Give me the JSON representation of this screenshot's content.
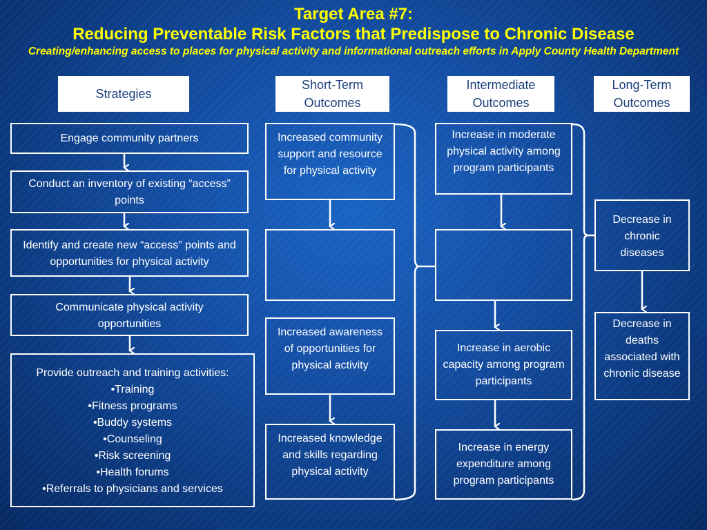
{
  "title": {
    "line1": "Target Area #7:",
    "line2": "Reducing Preventable Risk Factors that Predispose to Chronic Disease",
    "line3": "Creating/enhancing access to places for physical activity and informational outreach efforts in Apply County Health Department"
  },
  "headers": {
    "strategies": "Strategies",
    "short_term": "Short-Term\nOutcomes",
    "intermediate": "Intermediate\nOutcomes",
    "long_term": "Long-Term\nOutcomes"
  },
  "strategies": {
    "s1": "Engage community partners",
    "s2": "Conduct an inventory of existing “access” points",
    "s3": "Identify and create new “access” points and opportunities for physical activity",
    "s4": "Communicate physical activity opportunities",
    "s5": "Provide outreach and training activities:\n•Training\n•Fitness programs\n•Buddy systems\n•Counseling\n•Risk screening\n•Health forums\n•Referrals to physicians and services"
  },
  "short_term": {
    "o1": "Increased community support and resource for physical activity",
    "o2": "",
    "o3": "Increased awareness of opportunities for physical activity",
    "o4": "Increased knowledge and skills regarding physical activity"
  },
  "intermediate": {
    "o1": "Increase in moderate physical activity among program participants",
    "o2": "",
    "o3": "Increase in aerobic capacity among program participants",
    "o4": "Increase in energy expenditure among program participants"
  },
  "long_term": {
    "o1": "Decrease in chronic diseases",
    "o2": "Decrease in deaths associated with chronic disease"
  }
}
